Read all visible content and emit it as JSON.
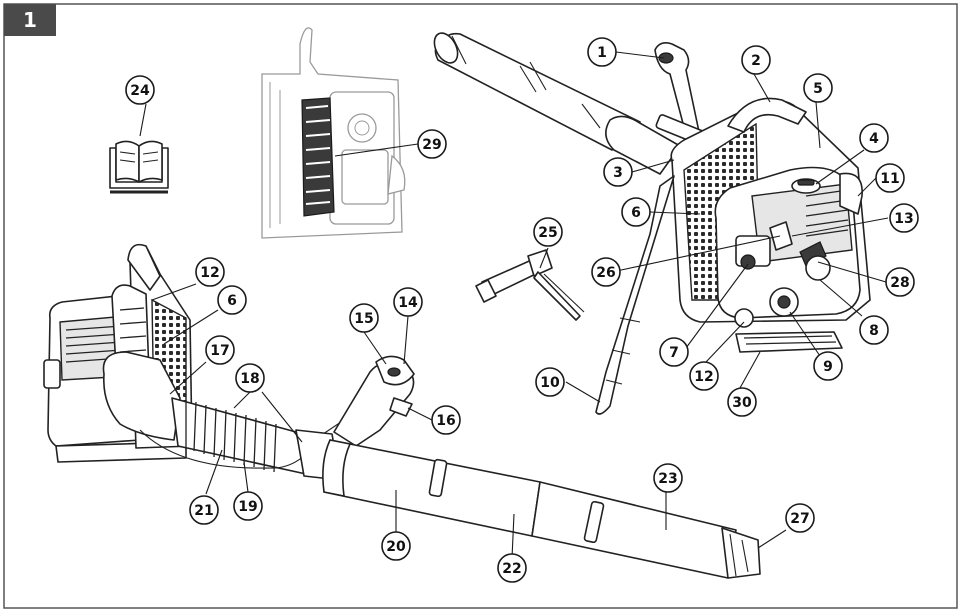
{
  "figure": {
    "number": "1",
    "badge_color": "#4a4a4a",
    "border_color": "#555555"
  },
  "callouts": [
    {
      "id": "c1",
      "label": "1"
    },
    {
      "id": "c2",
      "label": "2"
    },
    {
      "id": "c3",
      "label": "3"
    },
    {
      "id": "c4",
      "label": "4"
    },
    {
      "id": "c5",
      "label": "5"
    },
    {
      "id": "c6a",
      "label": "6"
    },
    {
      "id": "c6b",
      "label": "6"
    },
    {
      "id": "c7",
      "label": "7"
    },
    {
      "id": "c8",
      "label": "8"
    },
    {
      "id": "c9",
      "label": "9"
    },
    {
      "id": "c10",
      "label": "10"
    },
    {
      "id": "c11",
      "label": "11"
    },
    {
      "id": "c12a",
      "label": "12"
    },
    {
      "id": "c12b",
      "label": "12"
    },
    {
      "id": "c13",
      "label": "13"
    },
    {
      "id": "c14",
      "label": "14"
    },
    {
      "id": "c15",
      "label": "15"
    },
    {
      "id": "c16",
      "label": "16"
    },
    {
      "id": "c17",
      "label": "17"
    },
    {
      "id": "c18",
      "label": "18"
    },
    {
      "id": "c19",
      "label": "19"
    },
    {
      "id": "c20",
      "label": "20"
    },
    {
      "id": "c21",
      "label": "21"
    },
    {
      "id": "c22",
      "label": "22"
    },
    {
      "id": "c23",
      "label": "23"
    },
    {
      "id": "c24",
      "label": "24"
    },
    {
      "id": "c25",
      "label": "25"
    },
    {
      "id": "c26",
      "label": "26"
    },
    {
      "id": "c27",
      "label": "27"
    },
    {
      "id": "c28",
      "label": "28"
    },
    {
      "id": "c29",
      "label": "29"
    },
    {
      "id": "c30",
      "label": "30"
    }
  ],
  "icons": {
    "manual": "open-book-icon",
    "tool": "combination-wrench-icon"
  }
}
